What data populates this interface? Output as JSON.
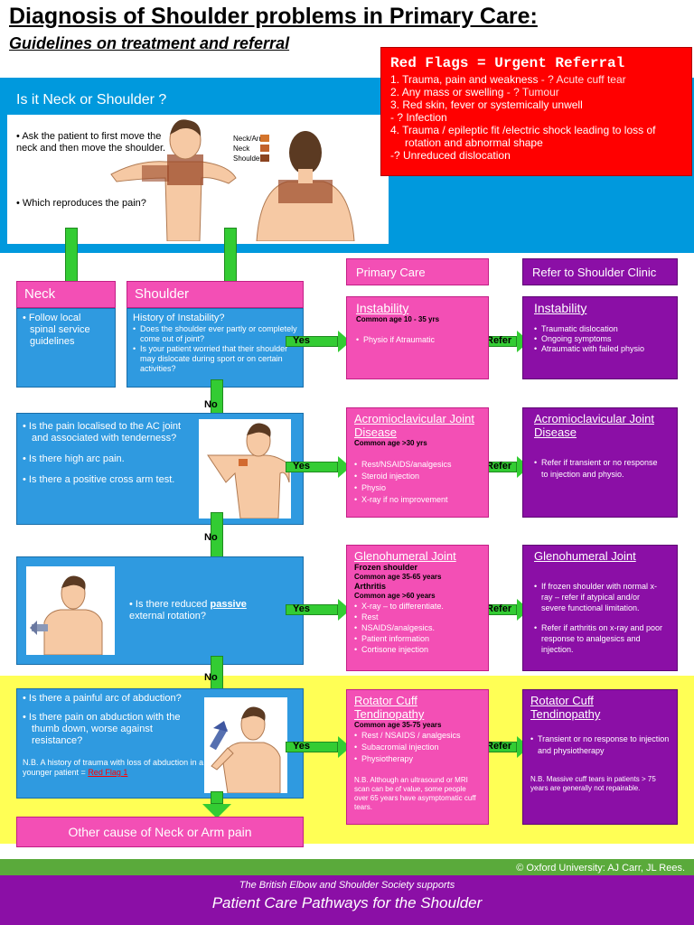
{
  "header": {
    "title": "Diagnosis of Shoulder problems in Primary Care:",
    "subtitle": "Guidelines on treatment and referral"
  },
  "red_flags": {
    "title": "Red Flags = Urgent Referral",
    "items": [
      {
        "num": "1.",
        "text": "Trauma, pain and weakness",
        "note": " - ? Acute cuff tear"
      },
      {
        "num": "2.",
        "text": "Any mass or swelling",
        "note": " - ? Tumour"
      },
      {
        "num": "3.",
        "text": "Red skin, fever or systemically unwell",
        "note": ""
      },
      {
        "num": "",
        "text": "- ? Infection",
        "note": ""
      },
      {
        "num": "4.",
        "text": "Trauma / epileptic fit /electric shock leading to loss of rotation and abnormal shape",
        "note": ""
      },
      {
        "num": "",
        "text": "-? Unreduced dislocation",
        "note": ""
      }
    ]
  },
  "neck_or_shoulder": {
    "question": "Is it Neck or Shoulder ?",
    "instruction": "Ask the patient to first move the neck and then move the shoulder.",
    "which": "Which reproduces the pain?",
    "legend": [
      "Neck/Arm",
      "Neck",
      "Shoulder"
    ]
  },
  "columns": {
    "primary_care": "Primary Care",
    "refer_clinic": "Refer to Shoulder Clinic"
  },
  "neck": {
    "title": "Neck",
    "body": "Follow local spinal service guidelines"
  },
  "shoulder": {
    "title": "Shoulder",
    "question": "History of Instability?",
    "items": [
      "Does the shoulder ever partly or completely come out of joint?",
      "Is your patient worried that their shoulder may dislocate during sport or on certain activities?"
    ]
  },
  "arrows": {
    "yes": "Yes",
    "no": "No",
    "refer": "Refer"
  },
  "instability": {
    "pc_title": "Instability",
    "pc_age": "Common age 10 - 35 yrs",
    "pc_items": [
      "Physio if Atraumatic"
    ],
    "rc_title": "Instability",
    "rc_items": [
      "Traumatic dislocation",
      "Ongoing symptoms",
      "Atraumatic with failed physio"
    ]
  },
  "ac": {
    "questions": [
      "Is the pain localised to the AC joint and associated with tenderness?",
      "Is there high arc pain.",
      "Is there a positive cross arm test."
    ],
    "pc_title": "Acromioclavicular Joint Disease",
    "pc_age": "Common age >30 yrs",
    "pc_items": [
      "Rest/NSAIDS/analgesics",
      "Steroid injection",
      "Physio",
      "X-ray if no improvement"
    ],
    "rc_title": "Acromioclavicular Joint Disease",
    "rc_items": [
      "Refer if transient or no response to injection and physio."
    ]
  },
  "gh": {
    "question_pre": "Is there reduced ",
    "question_em": "passive",
    "question_post": " external rotation?",
    "pc_title": "Glenohumeral Joint",
    "pc_frozen": "Frozen shoulder",
    "pc_frozen_age": "Common age 35-65 years",
    "pc_arthritis": "Arthritis",
    "pc_arthritis_age": "Common age >60 years",
    "pc_items": [
      "X-ray – to differentiate.",
      "Rest",
      "NSAIDS/analgesics.",
      "Patient information",
      "Cortisone injection"
    ],
    "rc_title": "Glenohumeral Joint",
    "rc_items": [
      "If frozen shoulder with normal x-ray – refer if atypical and/or severe functional limitation.",
      "Refer if arthritis on x-ray and poor response to analgesics and injection."
    ]
  },
  "rc": {
    "questions": [
      "Is there a painful arc of abduction?",
      "Is there pain on abduction with the thumb down, worse against resistance?"
    ],
    "nb_pre": "N.B. A history of trauma with loss of abduction in a younger patient = ",
    "nb_link": "Red Flag 1",
    "pc_title": "Rotator Cuff Tendinopathy",
    "pc_age": "Common age 35-75 years",
    "pc_items": [
      "Rest / NSAIDS / analgesics",
      "Subacromial injection",
      "Physiotherapy"
    ],
    "pc_nb": "N.B. Although an ultrasound or MRI scan can be of value, some people over 65 years have asymptomatic cuff tears.",
    "rc_title": "Rotator Cuff Tendinopathy",
    "rc_items": [
      "Transient or no response  to injection and physiotherapy"
    ],
    "rc_nb": "N.B. Massive cuff tears in patients > 75 years are generally not repairable."
  },
  "other": "Other cause of Neck or Arm pain",
  "footer": {
    "copyright": "© Oxford University: AJ Carr, JL Rees.",
    "support": "The British Elbow and Shoulder Society supports",
    "pathways": "Patient Care Pathways for the Shoulder"
  },
  "colors": {
    "blue": "#0099dd",
    "pink": "#f34fb5",
    "purple": "#8b0fa6",
    "red": "#ff0000",
    "green": "#33cc33",
    "yellow": "#ffff55"
  }
}
